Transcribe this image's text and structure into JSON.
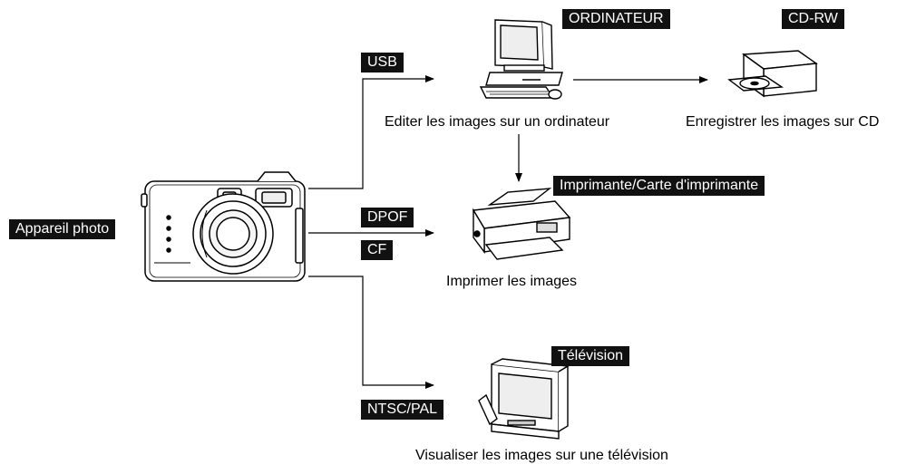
{
  "nodes": {
    "camera": {
      "label": "Appareil photo"
    },
    "computer": {
      "label": "ORDINATEUR",
      "caption": "Editer les images sur un ordinateur"
    },
    "cdrw": {
      "label": "CD-RW",
      "caption": "Enregistrer les images sur CD"
    },
    "printer": {
      "label": "Imprimante/Carte d'imprimante",
      "caption": "Imprimer les images"
    },
    "tv": {
      "label": "Télévision",
      "caption": "Visualiser les images sur une télévision"
    }
  },
  "connections": {
    "usb": "USB",
    "dpof": "DPOF",
    "cf": "CF",
    "ntsc": "NTSC/PAL"
  },
  "colors": {
    "tag_bg": "#111111",
    "line": "#000000"
  }
}
